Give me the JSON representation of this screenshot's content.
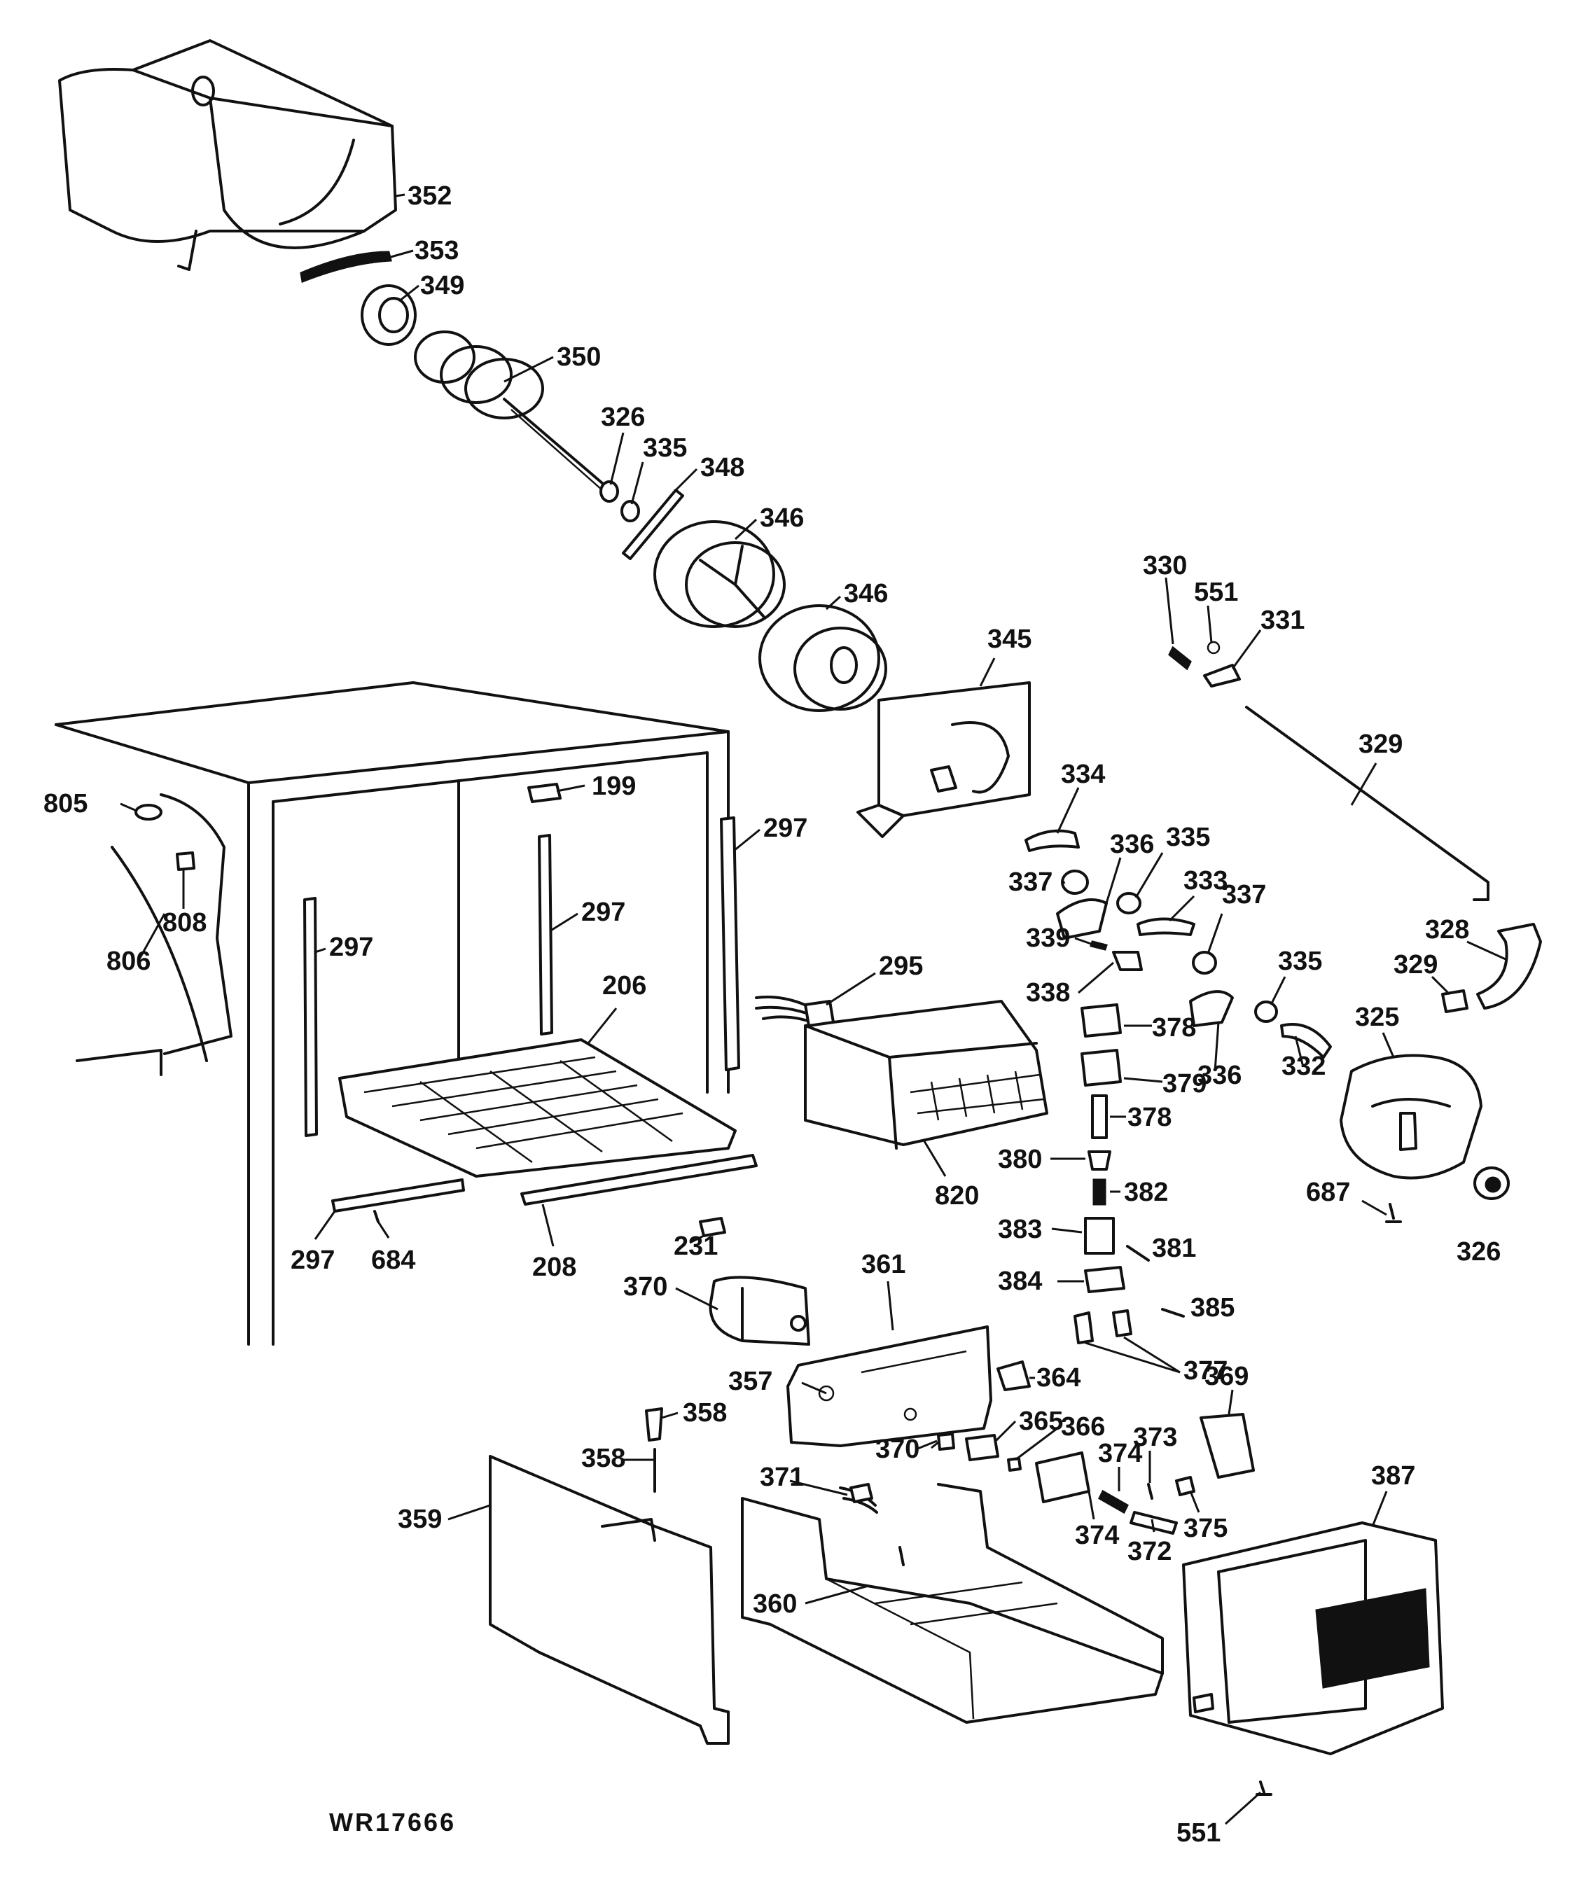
{
  "diagram": {
    "drawing_code": "WR17666",
    "callouts": [
      {
        "label": "352"
      },
      {
        "label": "353"
      },
      {
        "label": "349"
      },
      {
        "label": "350"
      },
      {
        "label": "326"
      },
      {
        "label": "335"
      },
      {
        "label": "348"
      },
      {
        "label": "346"
      },
      {
        "label": "346"
      },
      {
        "label": "345"
      },
      {
        "label": "330"
      },
      {
        "label": "551"
      },
      {
        "label": "331"
      },
      {
        "label": "329"
      },
      {
        "label": "334"
      },
      {
        "label": "336"
      },
      {
        "label": "335"
      },
      {
        "label": "337"
      },
      {
        "label": "333"
      },
      {
        "label": "337"
      },
      {
        "label": "339"
      },
      {
        "label": "338"
      },
      {
        "label": "335"
      },
      {
        "label": "328"
      },
      {
        "label": "329"
      },
      {
        "label": "378"
      },
      {
        "label": "336"
      },
      {
        "label": "332"
      },
      {
        "label": "325"
      },
      {
        "label": "379"
      },
      {
        "label": "378"
      },
      {
        "label": "380"
      },
      {
        "label": "382"
      },
      {
        "label": "687"
      },
      {
        "label": "326"
      },
      {
        "label": "383"
      },
      {
        "label": "381"
      },
      {
        "label": "384"
      },
      {
        "label": "385"
      },
      {
        "label": "377"
      },
      {
        "label": "369"
      },
      {
        "label": "364"
      },
      {
        "label": "373"
      },
      {
        "label": "365"
      },
      {
        "label": "366"
      },
      {
        "label": "374"
      },
      {
        "label": "370"
      },
      {
        "label": "375"
      },
      {
        "label": "374"
      },
      {
        "label": "372"
      },
      {
        "label": "371"
      },
      {
        "label": "387"
      },
      {
        "label": "360"
      },
      {
        "label": "551"
      },
      {
        "label": "361"
      },
      {
        "label": "357"
      },
      {
        "label": "370"
      },
      {
        "label": "358"
      },
      {
        "label": "358"
      },
      {
        "label": "359"
      },
      {
        "label": "295"
      },
      {
        "label": "820"
      },
      {
        "label": "199"
      },
      {
        "label": "297"
      },
      {
        "label": "297"
      },
      {
        "label": "297"
      },
      {
        "label": "206"
      },
      {
        "label": "297"
      },
      {
        "label": "684"
      },
      {
        "label": "208"
      },
      {
        "label": "231"
      },
      {
        "label": "805"
      },
      {
        "label": "808"
      },
      {
        "label": "806"
      }
    ]
  }
}
